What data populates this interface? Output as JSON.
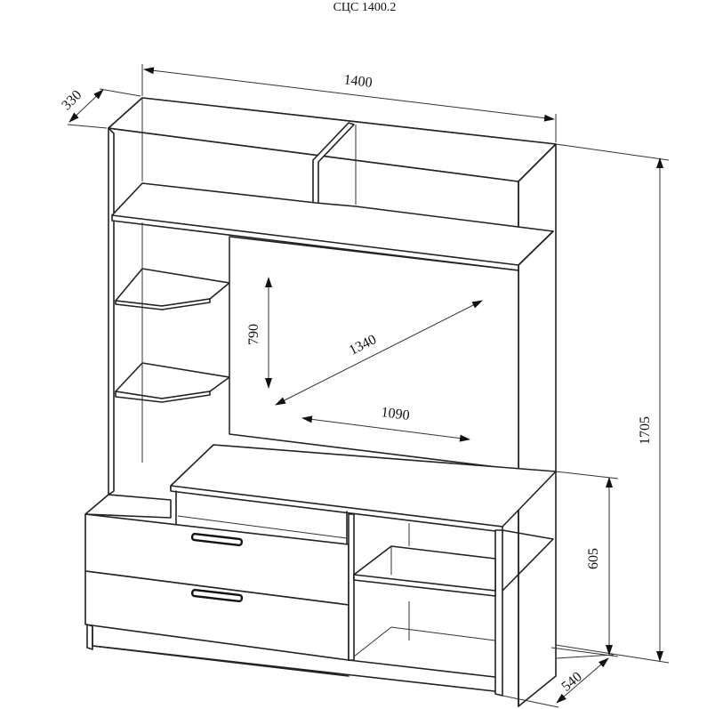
{
  "title": "СЦС 1400.2",
  "dimensions": {
    "total_width": "1400",
    "total_depth": "330",
    "total_height": "1705",
    "lower_height": "605",
    "lower_depth": "540",
    "tv_height": "790",
    "tv_diagonal": "1340",
    "tv_width": "1090"
  }
}
